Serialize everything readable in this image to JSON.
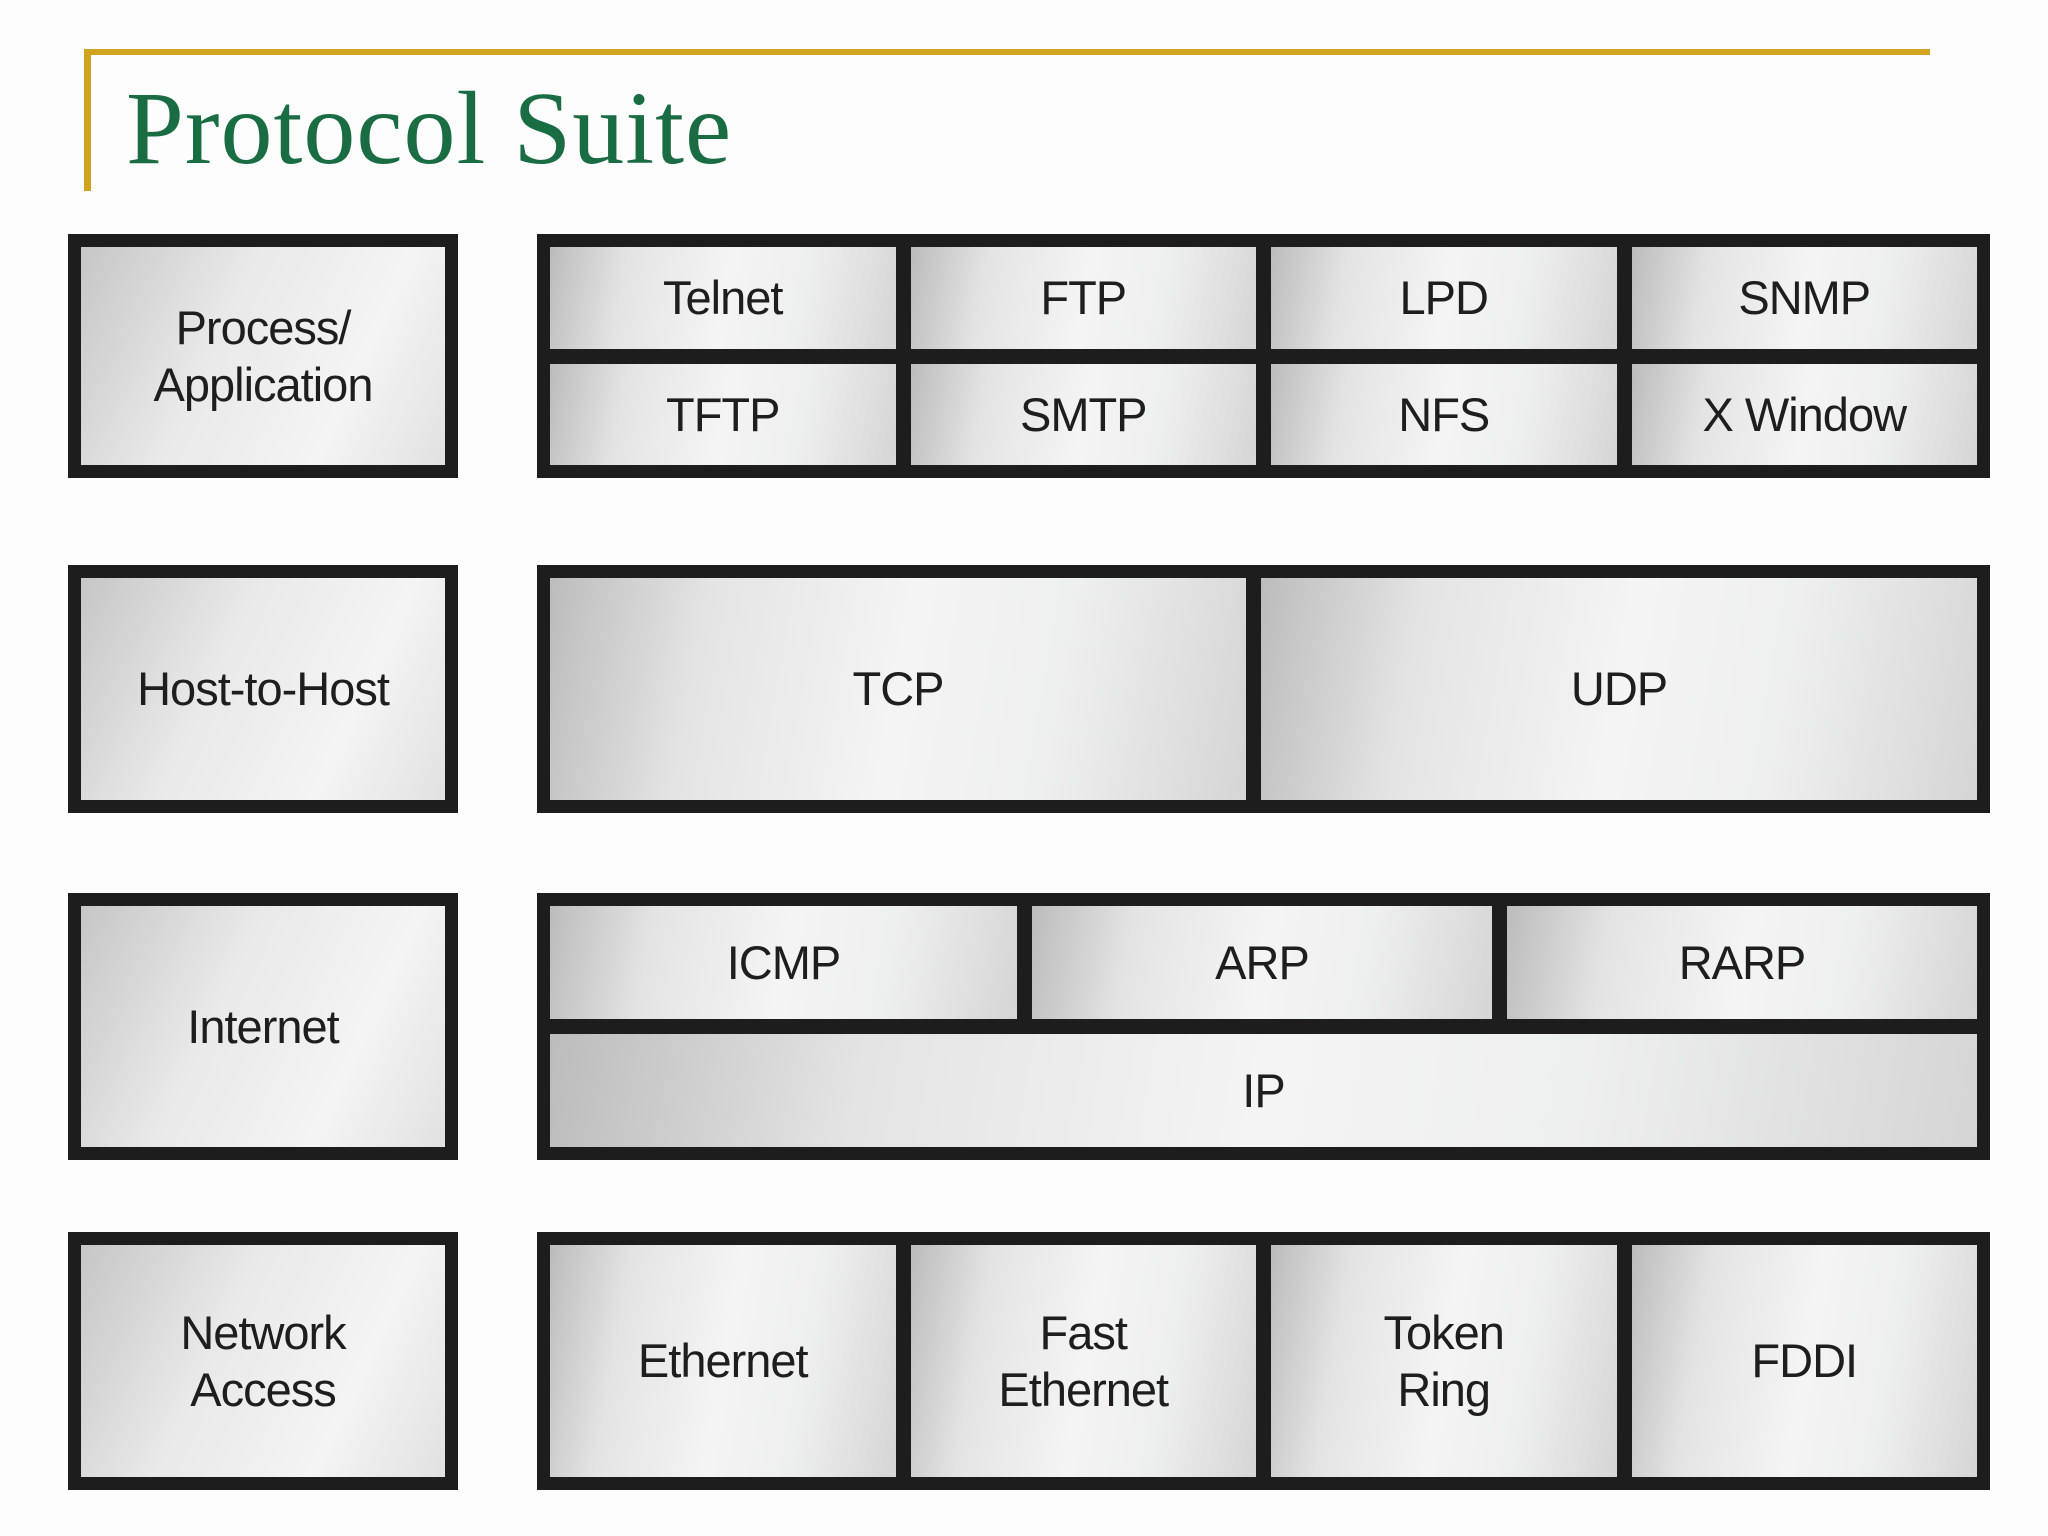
{
  "slide": {
    "title": "Protocol Suite"
  },
  "colors": {
    "title_green": "#1a6c43",
    "accent_gold": "#d2a31f",
    "diagram_line_black": "#1d1d1d",
    "cell_fill_light": "#f4f4f4",
    "cell_fill_dark": "#bcbcbc",
    "background": "#fdfdfd"
  },
  "layers": [
    {
      "label": "Process/\nApplication",
      "rows": [
        [
          "Telnet",
          "FTP",
          "LPD",
          "SNMP"
        ],
        [
          "TFTP",
          "SMTP",
          "NFS",
          "X Window"
        ]
      ]
    },
    {
      "label": "Host-to-Host",
      "rows": [
        [
          "TCP",
          "UDP"
        ]
      ]
    },
    {
      "label": "Internet",
      "rows": [
        [
          "ICMP",
          "ARP",
          "RARP"
        ],
        [
          "IP"
        ]
      ]
    },
    {
      "label": "Network\nAccess",
      "rows": [
        [
          "Ethernet",
          "Fast\nEthernet",
          "Token\nRing",
          "FDDI"
        ]
      ]
    }
  ]
}
